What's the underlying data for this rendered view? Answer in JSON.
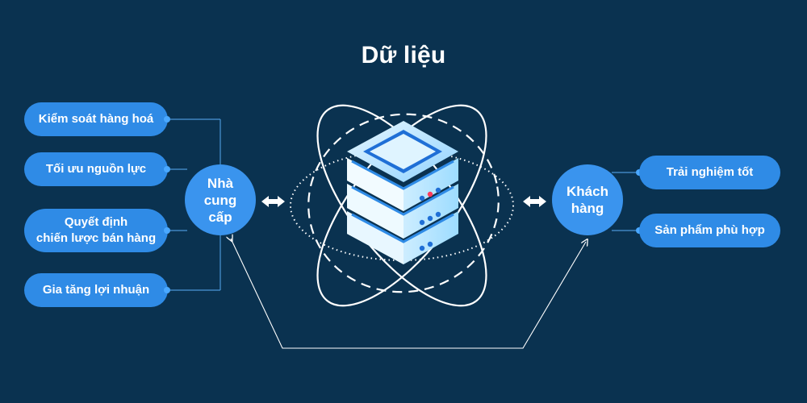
{
  "title": "Dữ liệu",
  "supplier": {
    "label": "Nhà\ncung\ncấp"
  },
  "customer": {
    "label": "Khách\nhàng"
  },
  "left_items": [
    {
      "label": "Kiểm soát hàng hoá"
    },
    {
      "label": "Tối ưu nguồn lực"
    },
    {
      "label": "Quyết định\nchiến lược bán hàng"
    },
    {
      "label": "Gia tăng lợi nhuận"
    }
  ],
  "right_items": [
    {
      "label": "Trải nghiệm tốt"
    },
    {
      "label": "Sản phẩm phù hợp"
    }
  ],
  "colors": {
    "background": "#0a3250",
    "pill": "#2f8be6",
    "circle": "#3a94ee",
    "connector": "#4a95d6",
    "server_face": "#cfeeff",
    "server_accent": "#1f6fd6",
    "led_red": "#ff3b5c"
  },
  "icons": {
    "arrow": "double-arrow-icon",
    "server": "database-server-icon"
  }
}
